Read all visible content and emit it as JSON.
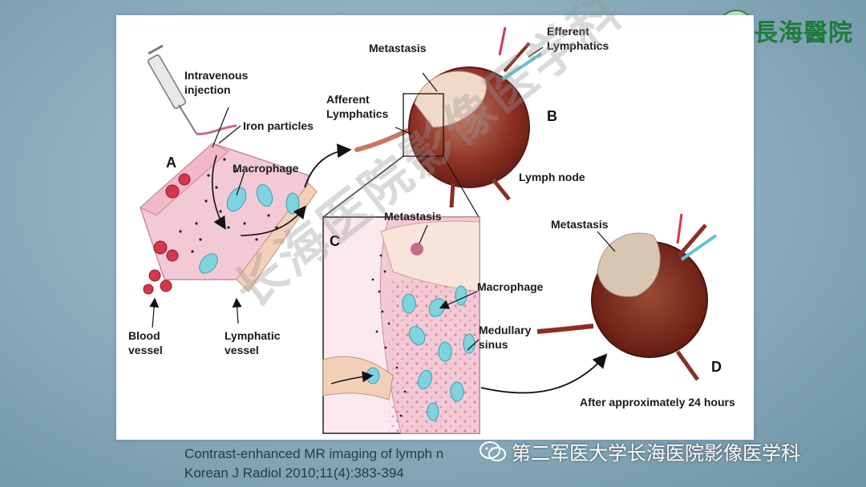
{
  "logo": {
    "text": "長海醫院",
    "emblem_icon": "hospital-emblem-icon"
  },
  "watermark": "长海医院影像医学科",
  "diagram": {
    "labels": {
      "intravenous": [
        "Intravenous",
        "injection"
      ],
      "iron_particles": "Iron particles",
      "macrophage_a": "Macrophage",
      "panel_a": "A",
      "blood_vessel": [
        "Blood",
        "vessel"
      ],
      "lymphatic_vessel": [
        "Lymphatic",
        "vessel"
      ],
      "afferent": [
        "Afferent",
        "Lymphatics"
      ],
      "metastasis_b": "Metastasis",
      "efferent": [
        "Efferent",
        "Lymphatics"
      ],
      "panel_b": "B",
      "lymph_node": "Lymph node",
      "panel_c": "C",
      "metastasis_c": "Metastasis",
      "macrophage_c": "Macrophage",
      "medullary_sinus": [
        "Medullary",
        "sinus"
      ],
      "metastasis_d": "Metastasis",
      "panel_d": "D",
      "after_time": "After approximately 24 hours"
    }
  },
  "caption": {
    "line1": "Contrast-enhanced MR imaging of lymph n",
    "line2": "Korean J Radiol 2010;11(4):383-394"
  },
  "wechat": {
    "text": "第二军医大学长海医院影像医学科",
    "icon": "wechat-icon"
  },
  "colors": {
    "node_dark": "#8b2f23",
    "node_light": "#f1d9c8",
    "tissue_pink": "#f3c9d6",
    "macrophage_cyan": "#7fd3de",
    "vessel_red": "#d4364a"
  }
}
